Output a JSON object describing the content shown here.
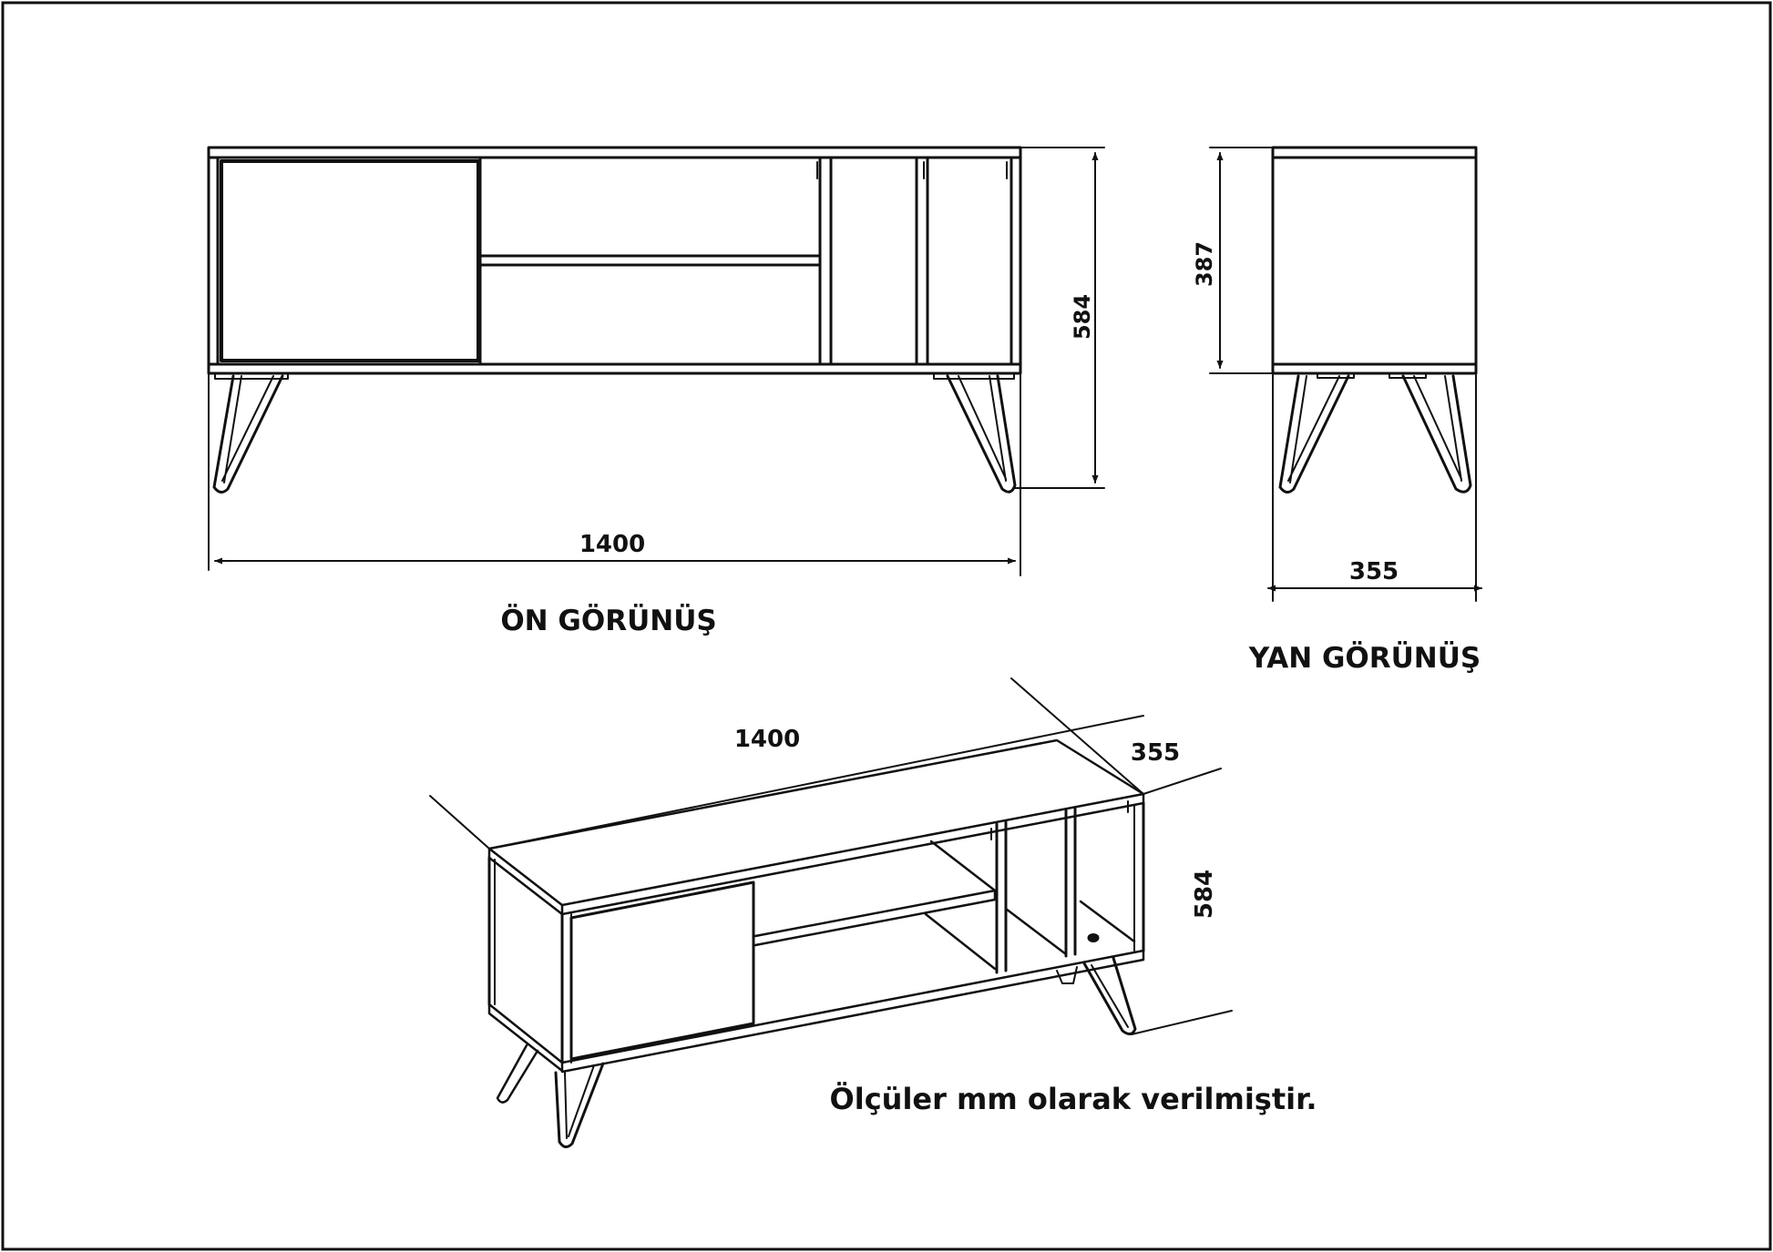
{
  "front_view": {
    "title": "ÖN GÖRÜNÜŞ",
    "width_label": "1400",
    "height_label": "584"
  },
  "side_view": {
    "title": "YAN GÖRÜNÜŞ",
    "depth_label": "355",
    "body_height_label": "387"
  },
  "iso_view": {
    "width_label": "1400",
    "depth_label": "355",
    "height_label": "584"
  },
  "note": "Ölçüler mm olarak verilmiştir.",
  "colors": {
    "line": "#111111",
    "background": "#ffffff"
  }
}
